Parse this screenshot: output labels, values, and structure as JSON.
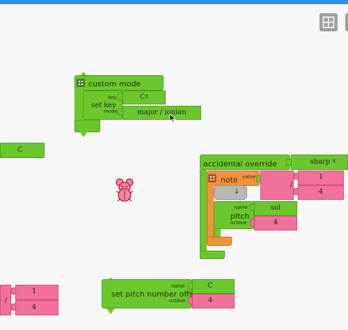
{
  "topbar": {
    "color": "#2196f3"
  },
  "toolbar": {
    "grid_icon": "grid-icon"
  },
  "blocks": {
    "custom_mode": {
      "title": "custom mode",
      "set_key": "set key",
      "key_label": "key",
      "mode_label": "mode",
      "key_value": "C♯",
      "mode_value": "major / ionian"
    },
    "c_block": {
      "value": "C"
    },
    "accidental": {
      "title": "accidental override",
      "value": "sharp ♯"
    },
    "note": {
      "title": "note",
      "value_label": "value",
      "fraction_slash": "/",
      "numerator": "1",
      "denominator": "4",
      "down_arrow": "↓"
    },
    "pitch": {
      "title": "pitch",
      "name_label": "name",
      "octave_label": "octave",
      "name_value": "sol",
      "octave_value": "4"
    },
    "left_fraction": {
      "slash": "/",
      "numerator": "1",
      "denominator": "4"
    },
    "pitch_offset": {
      "title": "set pitch number offset",
      "name_label": "name",
      "octave_label": "octave",
      "name_value": "C",
      "octave_value": "4"
    }
  },
  "mouse": {
    "icon": "mouse-icon"
  }
}
